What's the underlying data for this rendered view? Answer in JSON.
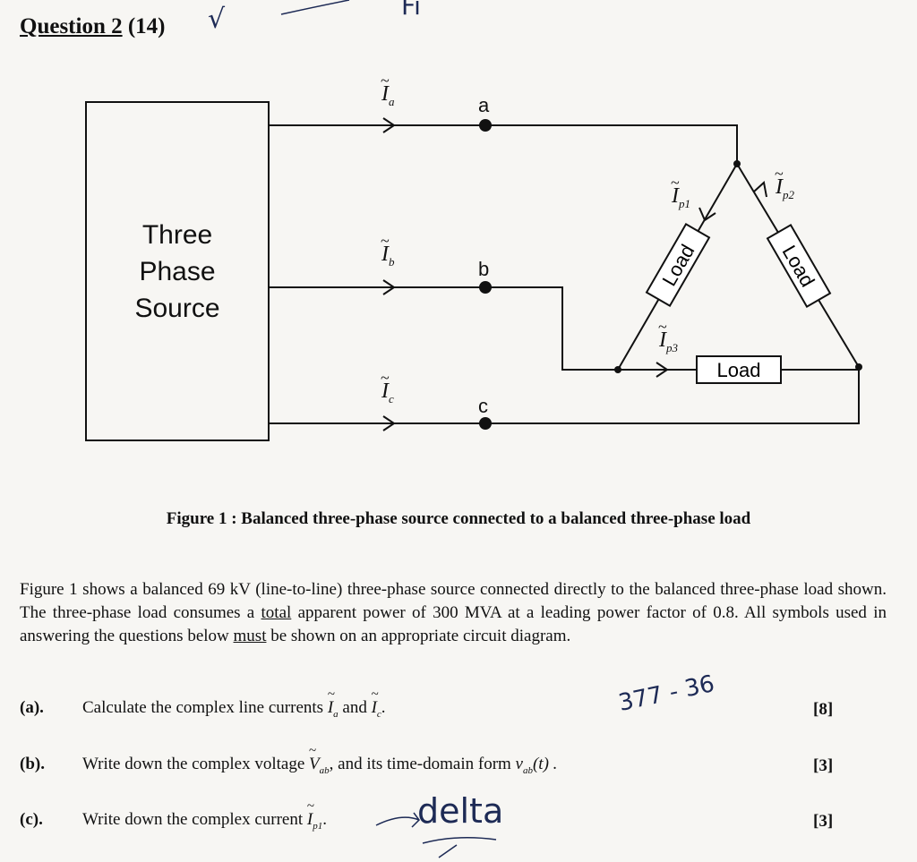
{
  "header": {
    "question_label": "Question 2",
    "points": "(14)"
  },
  "scribbles": {
    "top_check": "√",
    "top_word": "Fi",
    "margin_note": "377 - 36",
    "delta_note": "delta"
  },
  "figure": {
    "source_label_lines": [
      "Three",
      "Phase",
      "Source"
    ],
    "nodes": [
      "a",
      "b",
      "c"
    ],
    "currents": {
      "a": "I",
      "a_sub": "a",
      "b": "I",
      "b_sub": "b",
      "c": "I",
      "c_sub": "c",
      "p1": "I",
      "p1_sub": "p1",
      "p2": "I",
      "p2_sub": "p2",
      "p3": "I",
      "p3_sub": "p3"
    },
    "load_label": "Load",
    "caption": "Figure 1 : Balanced three-phase source connected to a balanced three-phase load"
  },
  "body": {
    "p1": "Figure 1 shows a balanced 69 kV (line-to-line) three-phase source connected directly to the balanced three-phase load shown. The three-phase load consumes a ",
    "p1_total": "total",
    "p2": " apparent power of 300 MVA at a leading power factor of 0.8. All symbols used in answering the questions below ",
    "p2_must": "must",
    "p3": " be shown on an appropriate circuit diagram."
  },
  "questions": [
    {
      "label": "(a).",
      "text_before": "Calculate the complex line currents ",
      "var1": "I",
      "var1_sub": "a",
      "mid": " and ",
      "var2": "I",
      "var2_sub": "c",
      "after": ".",
      "marks": "[8]"
    },
    {
      "label": "(b).",
      "text_before": "Write down the complex voltage ",
      "var1": "V",
      "var1_sub": "ab",
      "mid": ", and its time-domain form ",
      "var2": "v",
      "var2_sub": "ab",
      "after": "(t) .",
      "marks": "[3]"
    },
    {
      "label": "(c).",
      "text_before": "Write down the complex current ",
      "var1": "I",
      "var1_sub": "p1",
      "after": ".",
      "marks": "[3]"
    }
  ]
}
